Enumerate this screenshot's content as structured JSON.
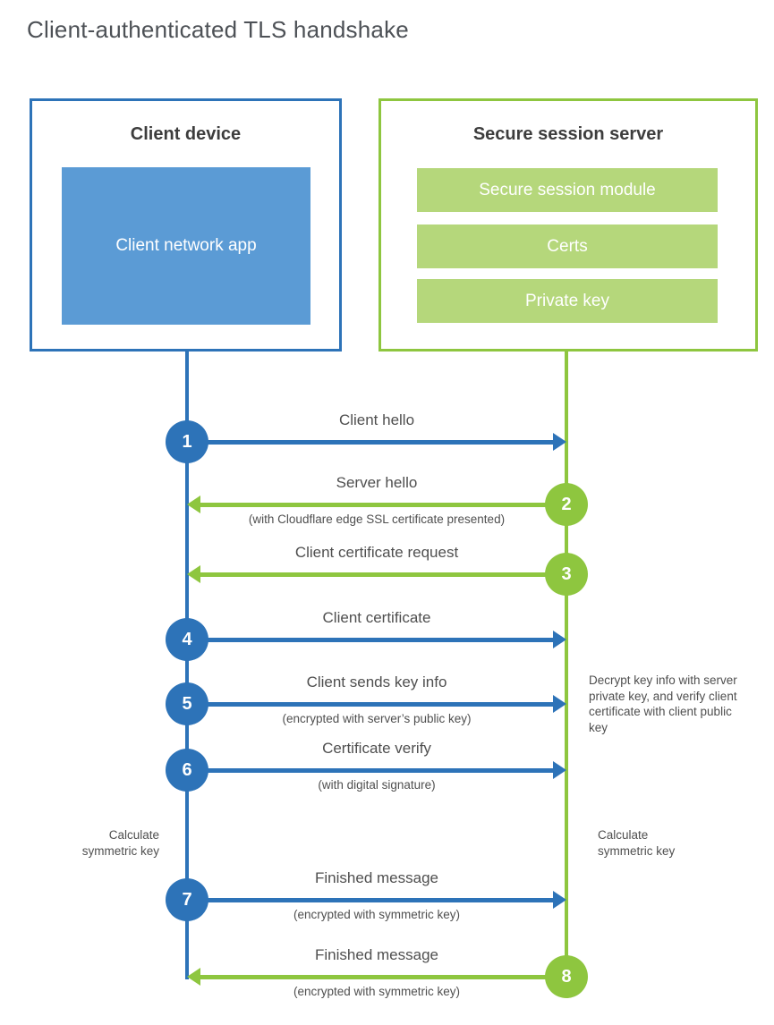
{
  "page": {
    "title": "Client-authenticated TLS handshake"
  },
  "colors": {
    "client_blue": "#2d73b8",
    "client_blue_fill": "#5b9bd5",
    "server_green": "#8ec63f",
    "server_green_fill": "#b5d77b",
    "heading_text": "#4d5156",
    "label_text": "#4f4f4f"
  },
  "client_box": {
    "title": "Client device",
    "app_label": "Client network app"
  },
  "server_box": {
    "title": "Secure session server",
    "modules": [
      "Secure session module",
      "Certs",
      "Private key"
    ]
  },
  "steps": [
    {
      "num": "1",
      "actor": "client",
      "direction": "right",
      "label": "Client hello",
      "sublabel": ""
    },
    {
      "num": "2",
      "actor": "server",
      "direction": "left",
      "label": "Server hello",
      "sublabel": "(with Cloudflare edge SSL certificate presented)"
    },
    {
      "num": "3",
      "actor": "server",
      "direction": "left",
      "label": "Client certificate request",
      "sublabel": ""
    },
    {
      "num": "4",
      "actor": "client",
      "direction": "right",
      "label": "Client certificate",
      "sublabel": ""
    },
    {
      "num": "5",
      "actor": "client",
      "direction": "right",
      "label": "Client sends key info",
      "sublabel": "(encrypted with server’s public key)"
    },
    {
      "num": "6",
      "actor": "client",
      "direction": "right",
      "label": "Certificate verify",
      "sublabel": "(with digital signature)"
    },
    {
      "num": "7",
      "actor": "client",
      "direction": "right",
      "label": "Finished message",
      "sublabel": "(encrypted with symmetric key)"
    },
    {
      "num": "8",
      "actor": "server",
      "direction": "left",
      "label": "Finished message",
      "sublabel": "(encrypted with symmetric key)"
    }
  ],
  "annotations": {
    "decrypt_note": "Decrypt key info with server private key, and verify client certificate with client public key",
    "calc_left": "Calculate symmetric key",
    "calc_right": "Calculate symmetric key"
  }
}
